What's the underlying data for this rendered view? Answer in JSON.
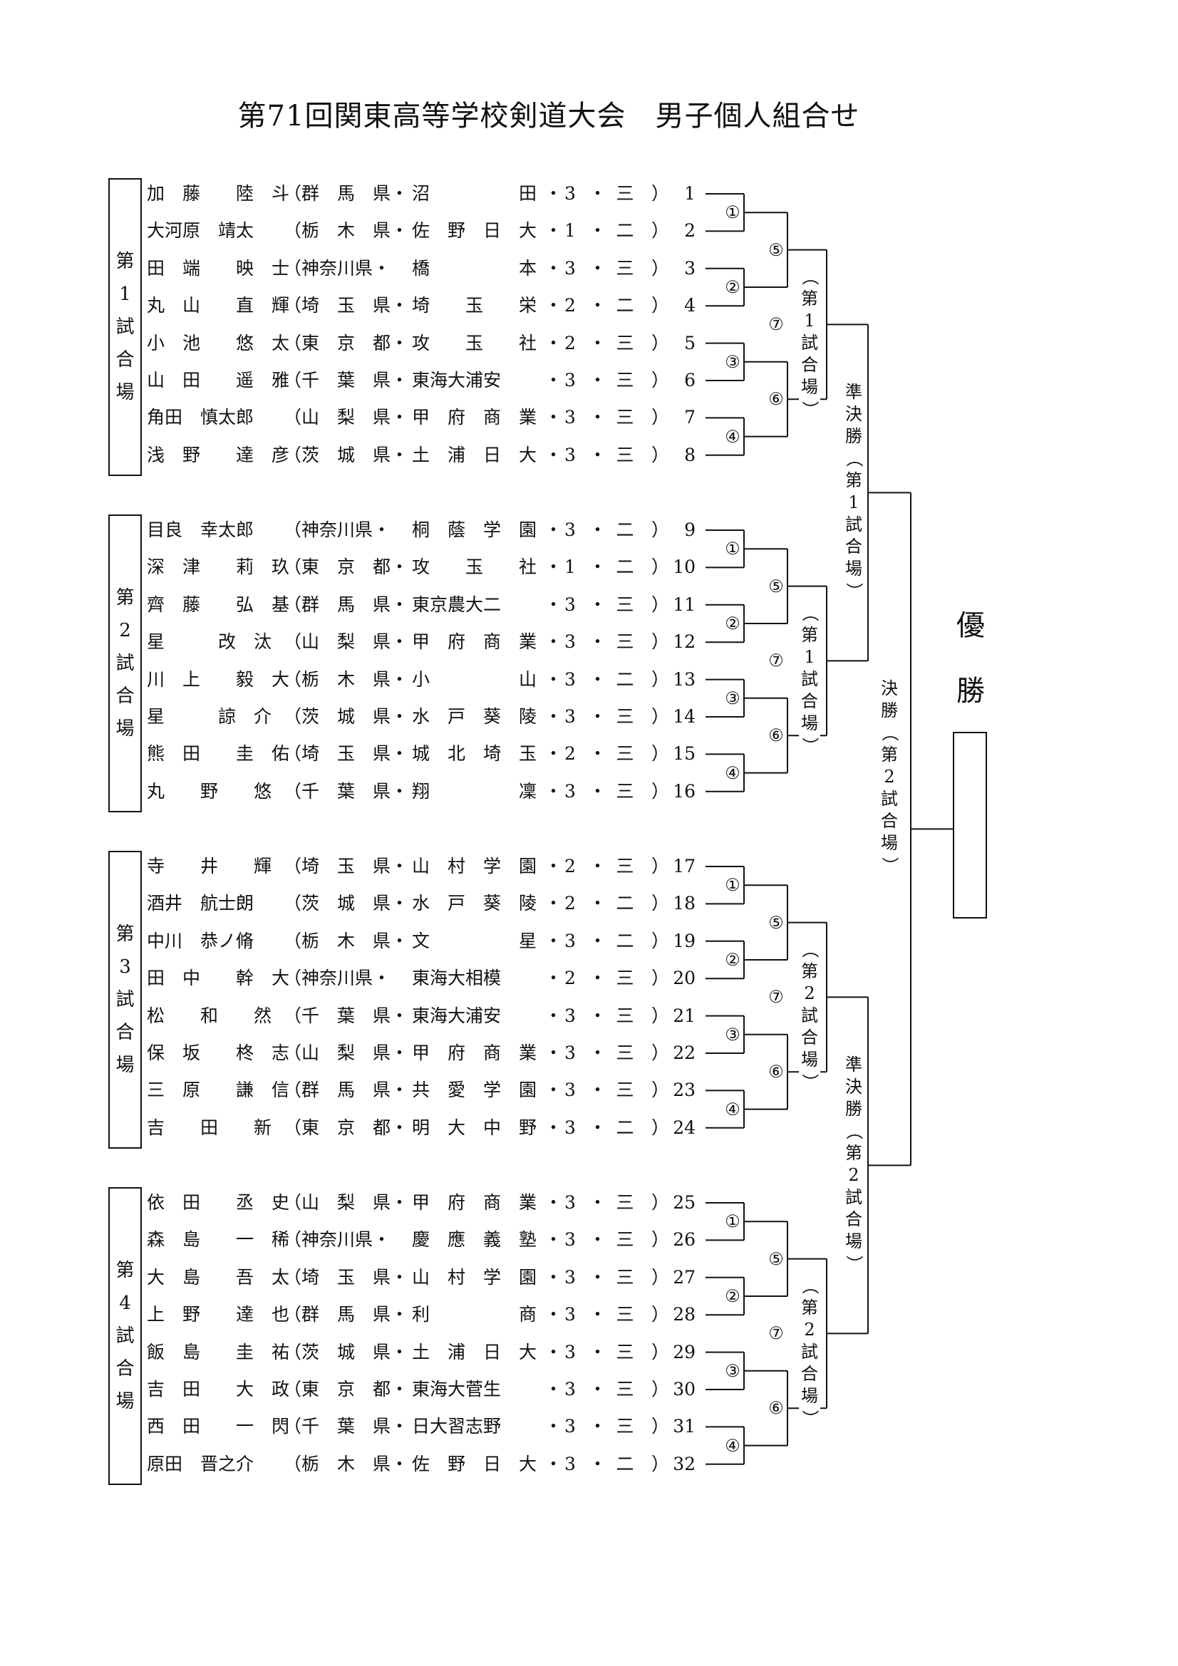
{
  "title": "第71回関東高等学校剣道大会　男子個人組合せ",
  "courts": [
    {
      "label": "第1試合場",
      "entries": [
        {
          "name": "加　藤　　陸　斗",
          "pref": "群　馬　県",
          "school": "沼　　　　　田",
          "grade": "3",
          "year": "三",
          "num": "1"
        },
        {
          "name": "大河原　靖太",
          "pref": "栃　木　県",
          "school": "佐　野　日　大",
          "grade": "1",
          "year": "二",
          "num": "2"
        },
        {
          "name": "田　端　　映　士",
          "pref": "神奈川県",
          "school": "橋　　　　　本",
          "grade": "3",
          "year": "三",
          "num": "3"
        },
        {
          "name": "丸　山　　直　輝",
          "pref": "埼　玉　県",
          "school": "埼　　玉　　栄",
          "grade": "2",
          "year": "二",
          "num": "4"
        },
        {
          "name": "小　池　　悠　太",
          "pref": "東　京　都",
          "school": "攻　　玉　　社",
          "grade": "2",
          "year": "三",
          "num": "5"
        },
        {
          "name": "山　田　　遥　雅",
          "pref": "千　葉　県",
          "school": "東海大浦安",
          "grade": "3",
          "year": "三",
          "num": "6"
        },
        {
          "name": "角田　慎太郎",
          "pref": "山　梨　県",
          "school": "甲　府　商　業",
          "grade": "3",
          "year": "三",
          "num": "7"
        },
        {
          "name": "浅　野　　達　彦",
          "pref": "茨　城　県",
          "school": "土　浦　日　大",
          "grade": "3",
          "year": "三",
          "num": "8"
        }
      ]
    },
    {
      "label": "第2試合場",
      "entries": [
        {
          "name": "目良　幸太郎",
          "pref": "神奈川県",
          "school": "桐　蔭　学　園",
          "grade": "3",
          "year": "二",
          "num": "9"
        },
        {
          "name": "深　津　　莉　玖",
          "pref": "東　京　都",
          "school": "攻　　玉　　社",
          "grade": "1",
          "year": "二",
          "num": "10"
        },
        {
          "name": "齊　藤　　弘　基",
          "pref": "群　馬　県",
          "school": "東京農大二",
          "grade": "3",
          "year": "三",
          "num": "11"
        },
        {
          "name": "星　　　改　汰",
          "pref": "山　梨　県",
          "school": "甲　府　商　業",
          "grade": "3",
          "year": "三",
          "num": "12"
        },
        {
          "name": "川　上　　毅　大",
          "pref": "栃　木　県",
          "school": "小　　　　　山",
          "grade": "3",
          "year": "二",
          "num": "13"
        },
        {
          "name": "星　　　諒　介",
          "pref": "茨　城　県",
          "school": "水　戸　葵　陵",
          "grade": "3",
          "year": "三",
          "num": "14"
        },
        {
          "name": "熊　田　　圭　佑",
          "pref": "埼　玉　県",
          "school": "城　北　埼　玉",
          "grade": "2",
          "year": "三",
          "num": "15"
        },
        {
          "name": "丸　　野　　悠",
          "pref": "千　葉　県",
          "school": "翔　　　　　凜",
          "grade": "3",
          "year": "三",
          "num": "16"
        }
      ]
    },
    {
      "label": "第3試合場",
      "entries": [
        {
          "name": "寺　　井　　輝",
          "pref": "埼　玉　県",
          "school": "山　村　学　園",
          "grade": "2",
          "year": "三",
          "num": "17"
        },
        {
          "name": "酒井　航士朗",
          "pref": "茨　城　県",
          "school": "水　戸　葵　陵",
          "grade": "2",
          "year": "二",
          "num": "18"
        },
        {
          "name": "中川　恭ノ脩",
          "pref": "栃　木　県",
          "school": "文　　　　　星",
          "grade": "3",
          "year": "二",
          "num": "19"
        },
        {
          "name": "田　中　　幹　大",
          "pref": "神奈川県",
          "school": "東海大相模",
          "grade": "2",
          "year": "三",
          "num": "20"
        },
        {
          "name": "松　　和　　然",
          "pref": "千　葉　県",
          "school": "東海大浦安",
          "grade": "3",
          "year": "三",
          "num": "21"
        },
        {
          "name": "保　坂　　柊　志",
          "pref": "山　梨　県",
          "school": "甲　府　商　業",
          "grade": "3",
          "year": "三",
          "num": "22"
        },
        {
          "name": "三　原　　謙　信",
          "pref": "群　馬　県",
          "school": "共　愛　学　園",
          "grade": "3",
          "year": "三",
          "num": "23"
        },
        {
          "name": "吉　　田　　新",
          "pref": "東　京　都",
          "school": "明　大　中　野",
          "grade": "3",
          "year": "二",
          "num": "24"
        }
      ]
    },
    {
      "label": "第4試合場",
      "entries": [
        {
          "name": "依　田　　丞　史",
          "pref": "山　梨　県",
          "school": "甲　府　商　業",
          "grade": "3",
          "year": "三",
          "num": "25"
        },
        {
          "name": "森　島　　一　稀",
          "pref": "神奈川県",
          "school": "慶　應　義　塾",
          "grade": "3",
          "year": "三",
          "num": "26"
        },
        {
          "name": "大　島　　吾　太",
          "pref": "埼　玉　県",
          "school": "山　村　学　園",
          "grade": "3",
          "year": "三",
          "num": "27"
        },
        {
          "name": "上　野　　達　也",
          "pref": "群　馬　県",
          "school": "利　　　　　商",
          "grade": "3",
          "year": "三",
          "num": "28"
        },
        {
          "name": "飯　島　　圭　祐",
          "pref": "茨　城　県",
          "school": "土　浦　日　大",
          "grade": "3",
          "year": "三",
          "num": "29"
        },
        {
          "name": "吉　田　　大　政",
          "pref": "東　京　都",
          "school": "東海大菅生",
          "grade": "3",
          "year": "三",
          "num": "30"
        },
        {
          "name": "西　田　　一　閃",
          "pref": "千　葉　県",
          "school": "日大習志野",
          "grade": "3",
          "year": "三",
          "num": "31"
        },
        {
          "name": "原田　晋之介",
          "pref": "栃　木　県",
          "school": "佐　野　日　大",
          "grade": "3",
          "year": "二",
          "num": "32"
        }
      ]
    }
  ],
  "match_labels": [
    "①",
    "②",
    "③",
    "④",
    "⑤",
    "⑥",
    "⑦"
  ],
  "block_court_labels": [
    "（第1試合場）",
    "（第1試合場）",
    "（第2試合場）",
    "（第2試合場）"
  ],
  "semifinal_labels": [
    "準決勝（第1試合場）",
    "準決勝（第2試合場）"
  ],
  "final_label": "決勝（第2試合場）",
  "champion_label": "優勝",
  "separators": {
    "dot": "・",
    "open_paren": "（",
    "close_paren": "）"
  }
}
